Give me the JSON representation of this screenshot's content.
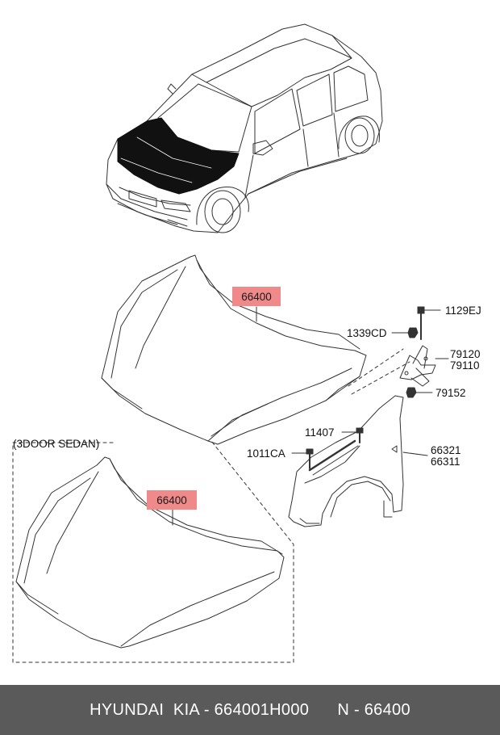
{
  "inset_title": "(3DOOR SEDAN)",
  "parts": {
    "hood_main": "66400",
    "hood_inset": "66400",
    "bolt_top": "1129EJ",
    "nut": "1339CD",
    "hinge_a": "79120",
    "hinge_b": "79110",
    "bolt_hinge": "79152",
    "bolt_fender": "11407",
    "screw": "1011CA",
    "fender_a": "66321",
    "fender_b": "66311"
  },
  "footer": {
    "brand": "HYUNDAI  KIA - 664001H000",
    "code": "N - 66400"
  },
  "colors": {
    "highlight": "#f08a8a",
    "footer_bg": "#5a5a5a",
    "line": "#333333"
  }
}
